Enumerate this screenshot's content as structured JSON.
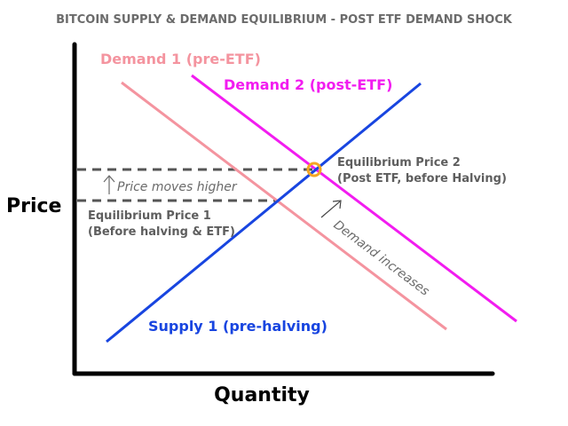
{
  "title": "BITCOIN SUPPLY & DEMAND EQUILIBRIUM - POST ETF DEMAND SHOCK",
  "axes": {
    "y_label": "Price",
    "x_label": "Quantity"
  },
  "colors": {
    "demand1": "#f4949f",
    "demand2": "#f21cf0",
    "supply1": "#1845e0",
    "marker": "#f5a623",
    "guide": "#555555",
    "axis": "#000000"
  },
  "series": {
    "demand1": "Demand 1 (pre-ETF)",
    "demand2": "Demand 2 (post-ETF)",
    "supply1": "Supply 1 (pre-halving)"
  },
  "equilibrium1": {
    "line1": "Equilibrium Price 1",
    "line2": "(Before halving & ETF)"
  },
  "equilibrium2": {
    "line1": "Equilibrium Price 2",
    "line2": "(Post ETF, before Halving)"
  },
  "annotations": {
    "price_moves": "Price moves higher",
    "demand_increases": "Demand increases"
  },
  "icons": [
    "up-arrow-icon",
    "diagonal-arrow-icon",
    "equilibrium-circle-icon"
  ]
}
